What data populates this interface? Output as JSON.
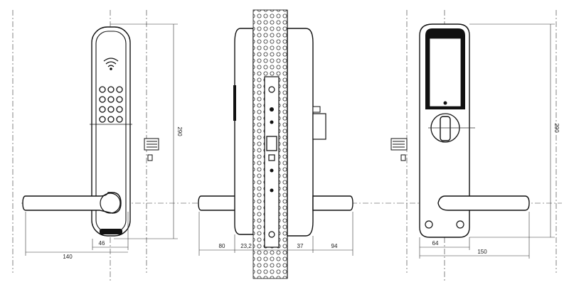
{
  "views": {
    "front": {
      "dims": {
        "height": "290",
        "lever_length": "140",
        "width": "46"
      }
    },
    "side": {
      "dims": {
        "handle_projection": "80",
        "front_thickness": "23,2",
        "rear_thickness": "37",
        "rear_projection": "94"
      }
    },
    "rear": {
      "dims": {
        "height": "290",
        "width": "64",
        "lever_length": "150"
      }
    }
  },
  "colors": {
    "line": "#111111",
    "dimension": "#333333",
    "background": "#ffffff"
  },
  "icons": {
    "keypad_wireless": "wifi-icon",
    "keypad": "keypad-icon",
    "thumb_turn": "thumb-turn-icon"
  }
}
